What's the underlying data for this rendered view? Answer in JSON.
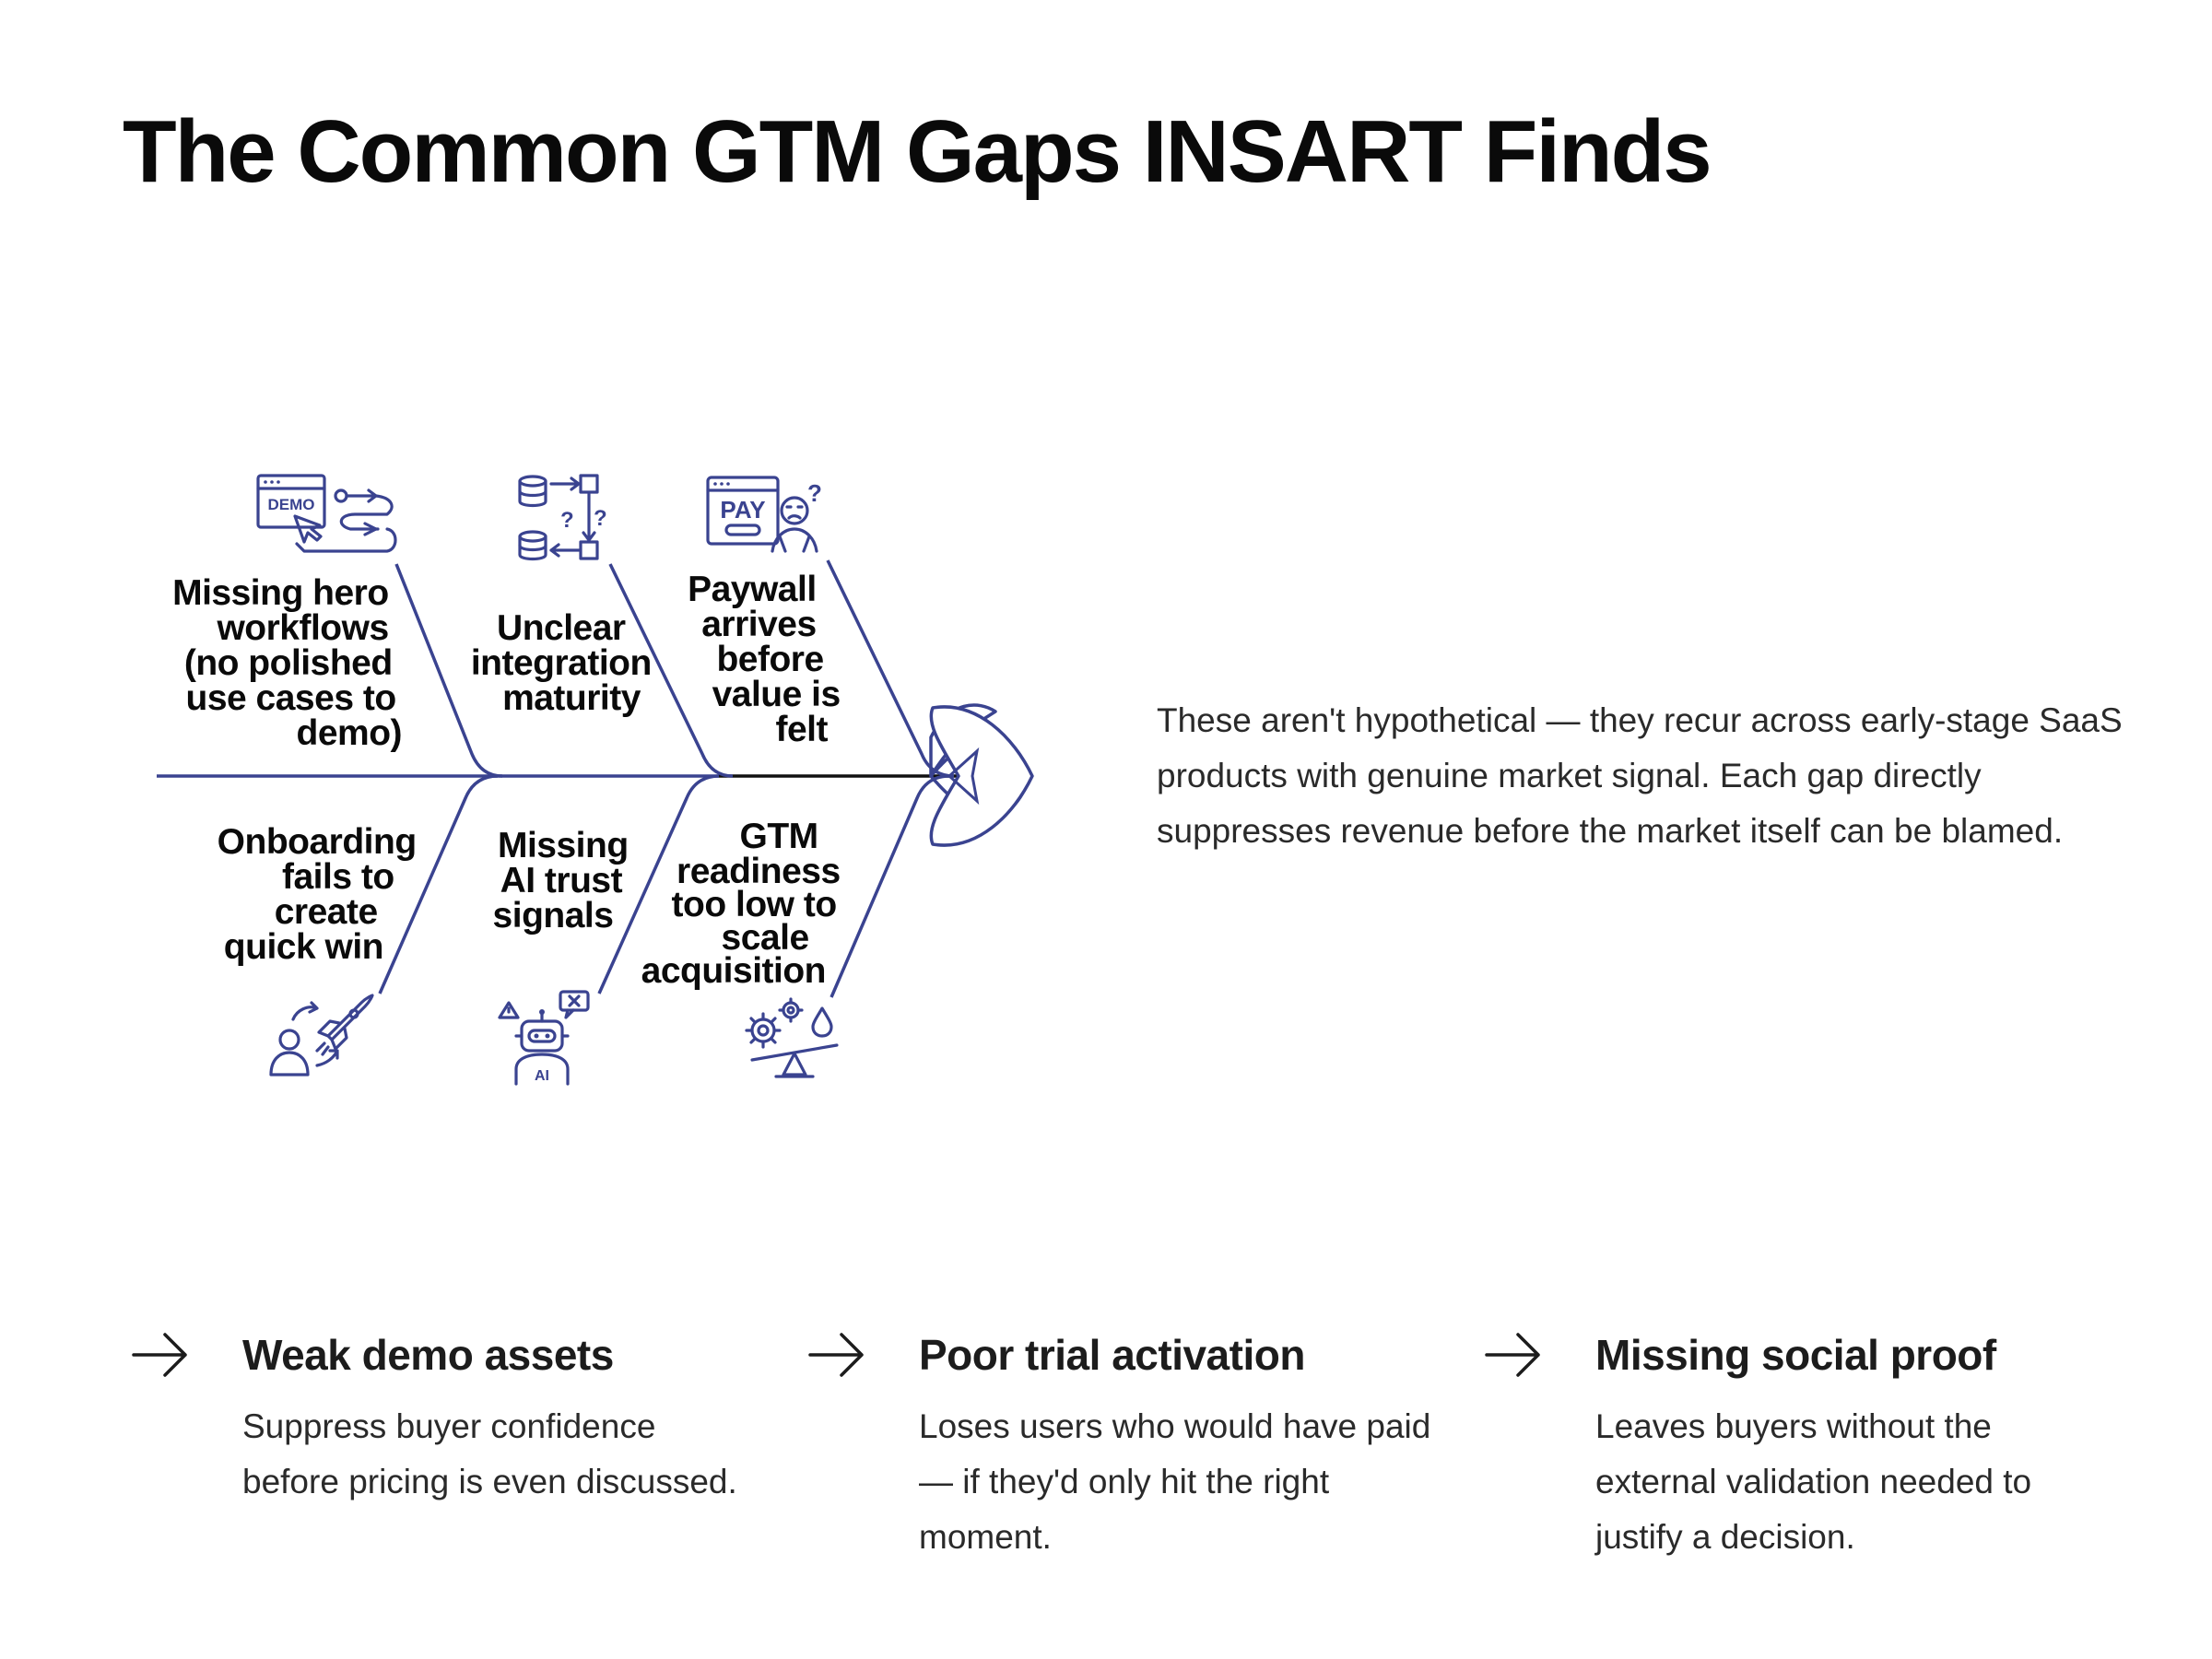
{
  "title": "The Common GTM Gaps INSART Finds",
  "intro": "These aren't hypothetical — they recur across early-stage SaaS products with genuine market signal. Each gap directly suppresses revenue before the market itself can be blamed.",
  "colors": {
    "accent": "#3a4390",
    "text": "#0a0a0a",
    "body_text": "#2a2a2a",
    "background": "#ffffff"
  },
  "fishbone": {
    "causes_top": [
      {
        "lines": [
          "Missing hero",
          "workflows",
          "(no polished",
          "use cases to",
          "demo)"
        ],
        "icon": "demo-workflow-icon",
        "icon_text": "DEMO"
      },
      {
        "lines": [
          "Unclear",
          "integration",
          "maturity"
        ],
        "icon": "integration-database-icon"
      },
      {
        "lines": [
          "Paywall",
          "arrives",
          "before",
          "value is",
          "felt"
        ],
        "icon": "paywall-confused-user-icon",
        "icon_text": "PAY"
      }
    ],
    "causes_bottom": [
      {
        "lines": [
          "Onboarding",
          "fails to",
          "create",
          "quick win"
        ],
        "icon": "rocket-user-icon"
      },
      {
        "lines": [
          "Missing",
          "AI trust",
          "signals"
        ],
        "icon": "ai-robot-icon",
        "icon_text": "AI"
      },
      {
        "lines": [
          "GTM",
          "readiness",
          "too low to",
          "scale",
          "acquisition"
        ],
        "icon": "gears-balance-icon"
      }
    ]
  },
  "gaps": [
    {
      "heading": "Weak demo assets",
      "description": "Suppress buyer confidence before pricing is even discussed."
    },
    {
      "heading": "Poor trial activation",
      "description": "Loses users who would have paid — if they'd only hit the right moment."
    },
    {
      "heading": "Missing social proof",
      "description": "Leaves buyers without the external validation needed to justify a decision."
    }
  ]
}
